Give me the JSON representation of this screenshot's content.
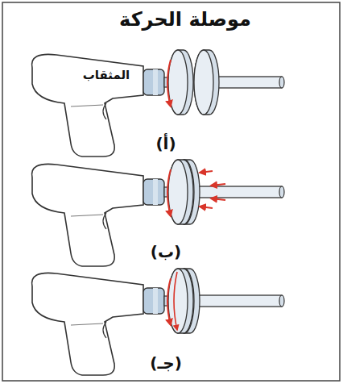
{
  "diagram": {
    "title": "موصلة الحركة",
    "labels": [
      "المثقاب",
      "(أ)",
      "(ب)",
      "(جـ)"
    ]
  }
}
